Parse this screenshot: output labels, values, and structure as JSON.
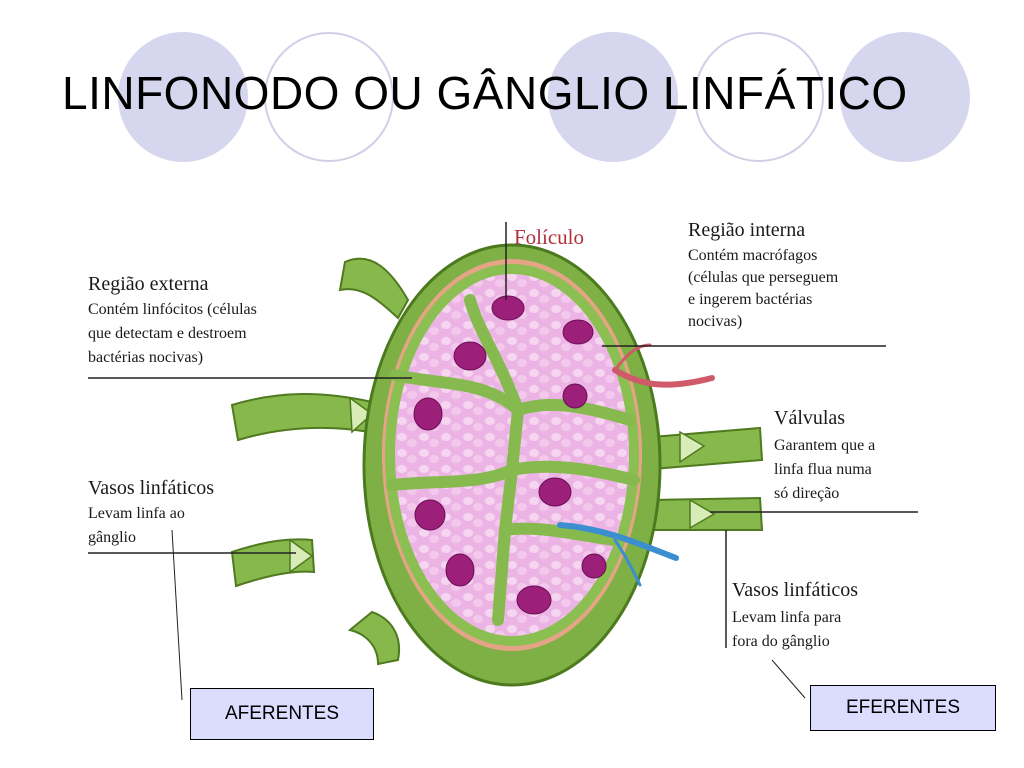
{
  "title": "LINFONODO OU GÂNGLIO LINFÁTICO",
  "diagram": {
    "follicle": "Folículo",
    "inner_region": {
      "heading": "Região interna",
      "lines": [
        "Contém macrófagos",
        "(células que perseguem",
        "e ingerem bactérias",
        "nocivas)"
      ]
    },
    "outer_region": {
      "heading": "Região externa",
      "lines": [
        "Contém linfócitos (células",
        "que detectam e destroem",
        "bactérias nocivas)"
      ]
    },
    "valves": {
      "heading": "Válvulas",
      "lines": [
        "Garantem que a",
        "linfa flua numa",
        "só direção"
      ]
    },
    "afferent_vessels": {
      "heading": "Vasos linfáticos",
      "lines": [
        "Levam linfa ao",
        "gânglio"
      ]
    },
    "efferent_vessels": {
      "heading": "Vasos linfáticos",
      "lines": [
        "Levam linfa para",
        "fora do gânglio"
      ]
    }
  },
  "callouts": {
    "afferent": "AFERENTES",
    "efferent": "EFERENTES"
  },
  "colors": {
    "decor_circle": "#d6d6ee",
    "callout_fill": "#dcdcff",
    "capsule": "#7fb045",
    "follicle_fill": "#e9a6df",
    "nucleus": "#9c1f7a"
  }
}
